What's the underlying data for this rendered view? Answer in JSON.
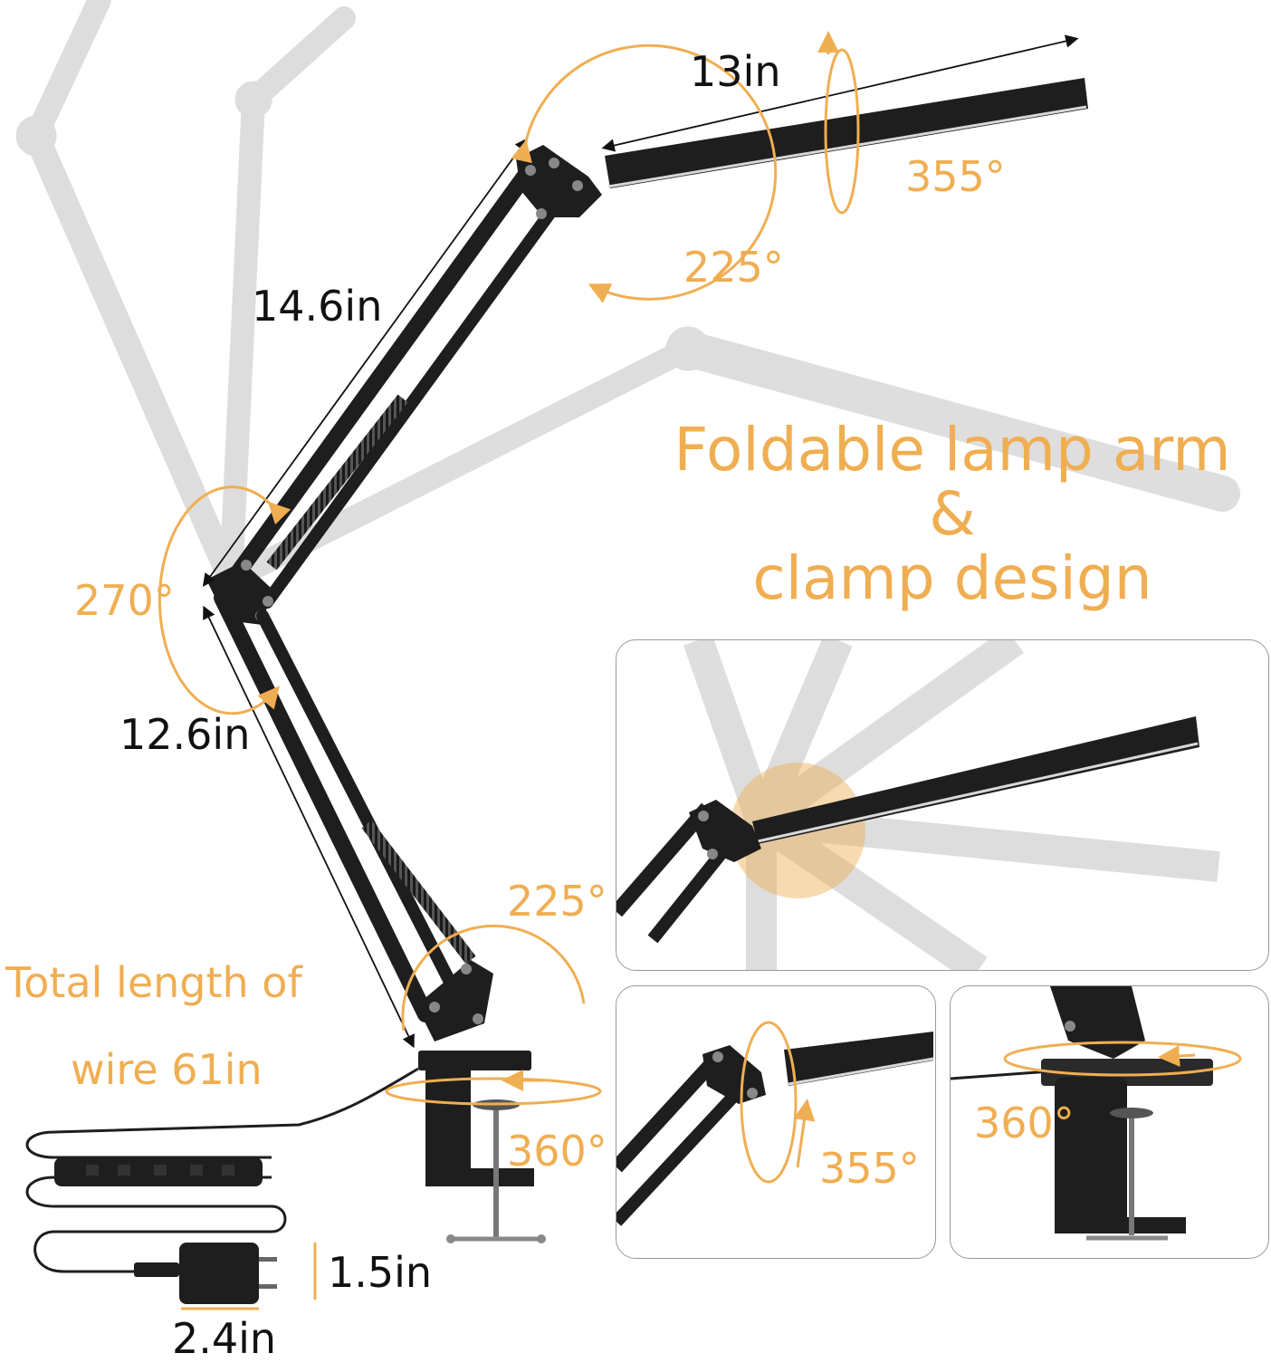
{
  "headline": {
    "line1": "Foldable lamp arm",
    "line2": "&",
    "line3": "clamp design"
  },
  "dimensions": {
    "lamp_head": "13in",
    "upper_arm": "14.6in",
    "lower_arm": "12.6in",
    "adapter_height": "1.5in",
    "adapter_width": "2.4in"
  },
  "angles": {
    "head_rotation": "355°",
    "head_joint": "225°",
    "elbow_joint": "270°",
    "base_joint": "225°",
    "base_rotation": "360°",
    "detail_head_rotation": "355°",
    "detail_clamp_rotation": "360°"
  },
  "wire_note": {
    "line1": "Total length of",
    "line2": "wire 61in"
  },
  "colors": {
    "accent": "#f0ae52",
    "lamp": "#1e1e1e",
    "ghost": "#d4d4d4",
    "text": "#111111"
  }
}
